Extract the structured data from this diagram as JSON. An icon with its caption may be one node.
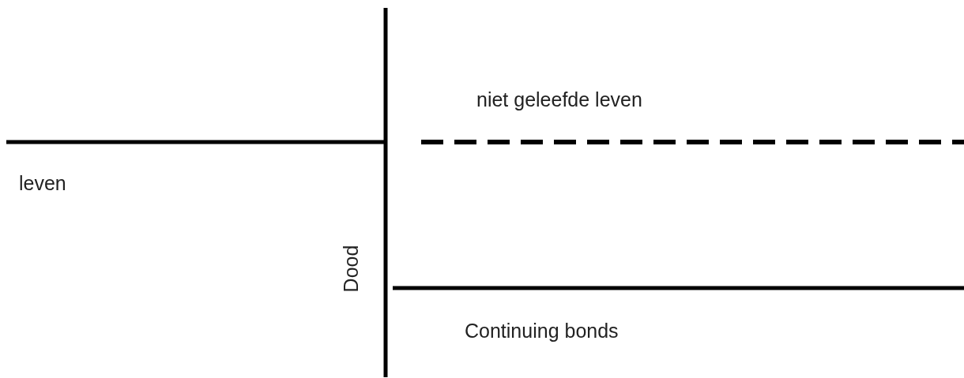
{
  "diagram": {
    "labels": [
      "niet geleefde leven",
      "leven",
      "Dood",
      "Continuing bonds"
    ]
  }
}
